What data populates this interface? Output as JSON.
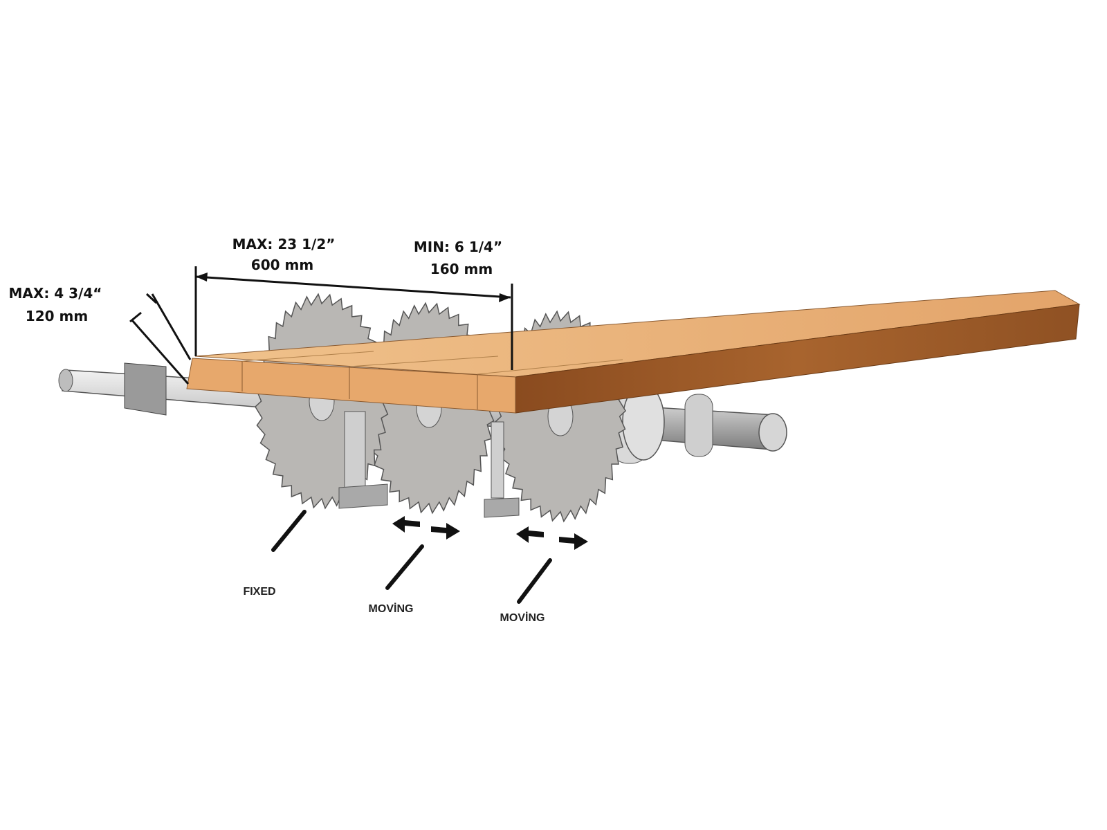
{
  "dimensions": {
    "height_max_in": "MAX: 4 3/4“",
    "height_max_mm": "120  mm",
    "width_max_in": "MAX: 23 1/2”",
    "width_max_mm": "600 mm",
    "width_min_in": "MIN: 6 1/4”",
    "width_min_mm": "160 mm"
  },
  "blades": [
    {
      "label": "FIXED"
    },
    {
      "label": "MOVİNG"
    },
    {
      "label": "MOVİNG"
    }
  ],
  "colors": {
    "wood_top": "#e9b47c",
    "wood_side": "#9b5a2a",
    "blade": "#b9b7b4",
    "shaft": "#c9c9c9"
  }
}
